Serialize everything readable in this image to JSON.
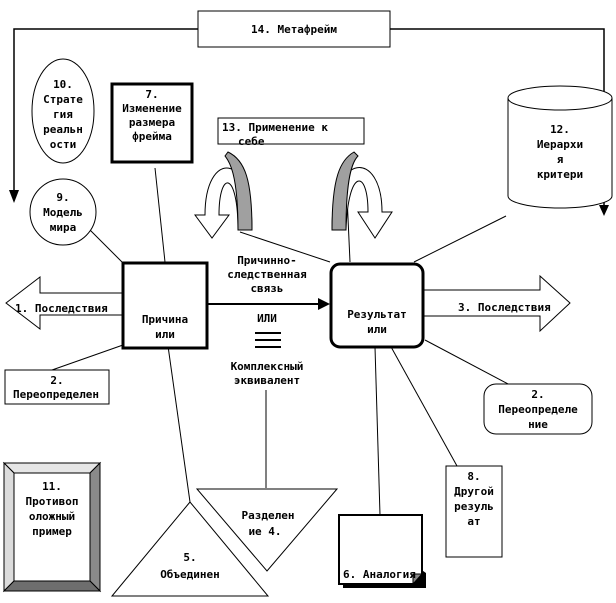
{
  "meta_frame": {
    "label": "14. Метафрейм"
  },
  "strategy_reality": {
    "lines": [
      "10.",
      "Страте",
      "гия",
      "реальн",
      "ости"
    ]
  },
  "resize_frame": {
    "lines": [
      "7.",
      "Изменение",
      "размера",
      "фрейма"
    ]
  },
  "self_application": {
    "label": "13. Применение к",
    "label2": "себе"
  },
  "criteria_hierarchy": {
    "lines": [
      "12.",
      "Иерархи",
      "я",
      "критери"
    ]
  },
  "world_model": {
    "lines": [
      "9.",
      "Модель",
      "мира"
    ]
  },
  "cause_box": {
    "lines": [
      "Причина",
      "или"
    ]
  },
  "causal_link": {
    "lines": [
      "Причинно-",
      "следственная",
      "связь"
    ]
  },
  "or_label": {
    "text": "ИЛИ"
  },
  "complex_equiv": {
    "lines": [
      "Комплексный",
      "эквивалент"
    ]
  },
  "result_box": {
    "lines": [
      "Результат",
      "или"
    ]
  },
  "left_arrow": {
    "text": "1. Последствия"
  },
  "right_arrow": {
    "text": "3. Последствия"
  },
  "redefine_left": {
    "lines": [
      "2.",
      "Переопределен"
    ]
  },
  "redefine_right": {
    "lines": [
      "2.",
      "Переопределе",
      "ние"
    ]
  },
  "counter_example": {
    "lines": [
      "11.",
      "Противоп",
      "оложный",
      "пример"
    ]
  },
  "chunk_up": {
    "lines": [
      "5.",
      "Объединен"
    ]
  },
  "chunk_down": {
    "lines": [
      "Разделен",
      "ие 4."
    ]
  },
  "analogy": {
    "text": "6. Аналогия"
  },
  "another_result": {
    "lines": [
      "8.",
      "Другой",
      "резуль",
      "ат"
    ]
  }
}
